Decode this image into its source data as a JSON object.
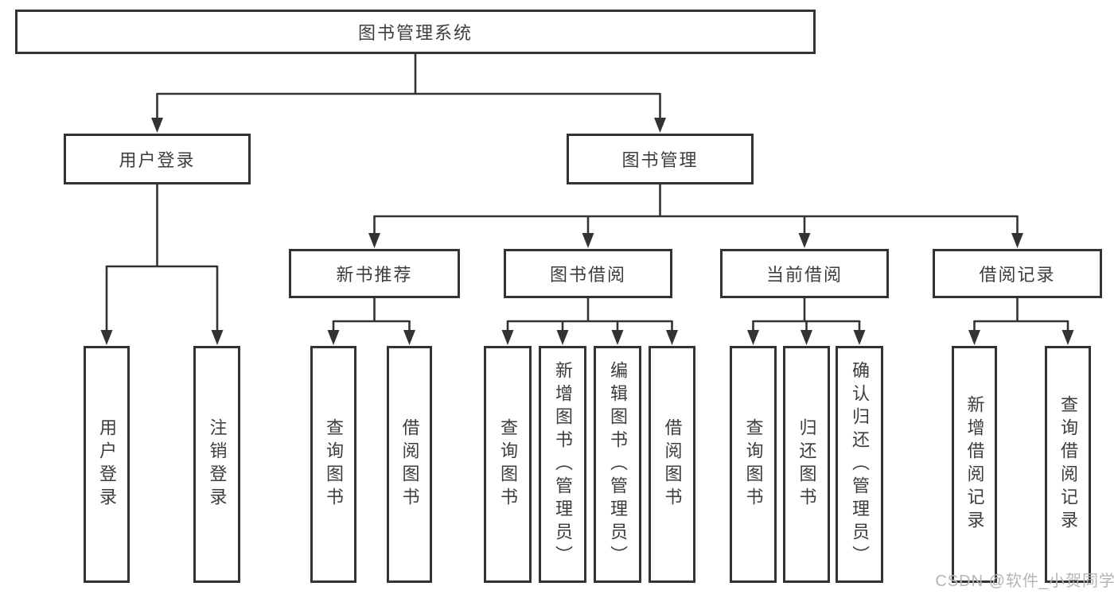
{
  "diagram_title": "图书管理系统",
  "nodes": {
    "root": {
      "label": "图书管理系统"
    },
    "l2": [
      {
        "label": "用户登录"
      },
      {
        "label": "图书管理"
      }
    ],
    "l3": [
      {
        "label": "新书推荐"
      },
      {
        "label": "图书借阅"
      },
      {
        "label": "当前借阅"
      },
      {
        "label": "借阅记录"
      }
    ],
    "leaves": [
      {
        "label": "用户登录"
      },
      {
        "label": "注销登录"
      },
      {
        "label": "查询图书"
      },
      {
        "label": "借阅图书"
      },
      {
        "label": "查询图书"
      },
      {
        "label": "新增图书（管理员）"
      },
      {
        "label": "编辑图书（管理员）"
      },
      {
        "label": "借阅图书"
      },
      {
        "label": "查询图书"
      },
      {
        "label": "归还图书"
      },
      {
        "label": "确认归还（管理员）"
      },
      {
        "label": "新增借阅记录"
      },
      {
        "label": "查询借阅记录"
      }
    ]
  },
  "hierarchy": {
    "图书管理系统": [
      "用户登录",
      "图书管理"
    ],
    "用户登录": [
      "用户登录",
      "注销登录"
    ],
    "图书管理": [
      "新书推荐",
      "图书借阅",
      "当前借阅",
      "借阅记录"
    ],
    "新书推荐": [
      "查询图书",
      "借阅图书"
    ],
    "图书借阅": [
      "查询图书",
      "新增图书（管理员）",
      "编辑图书（管理员）",
      "借阅图书"
    ],
    "当前借阅": [
      "查询图书",
      "归还图书",
      "确认归还（管理员）"
    ],
    "借阅记录": [
      "新增借阅记录",
      "查询借阅记录"
    ]
  },
  "watermark": "CSDN @软件_小贺同学",
  "colors": {
    "line": "#333333",
    "box_border": "#333333",
    "text": "#3d3d3d",
    "background": "#ffffff",
    "watermark": "#b5b5b5"
  }
}
